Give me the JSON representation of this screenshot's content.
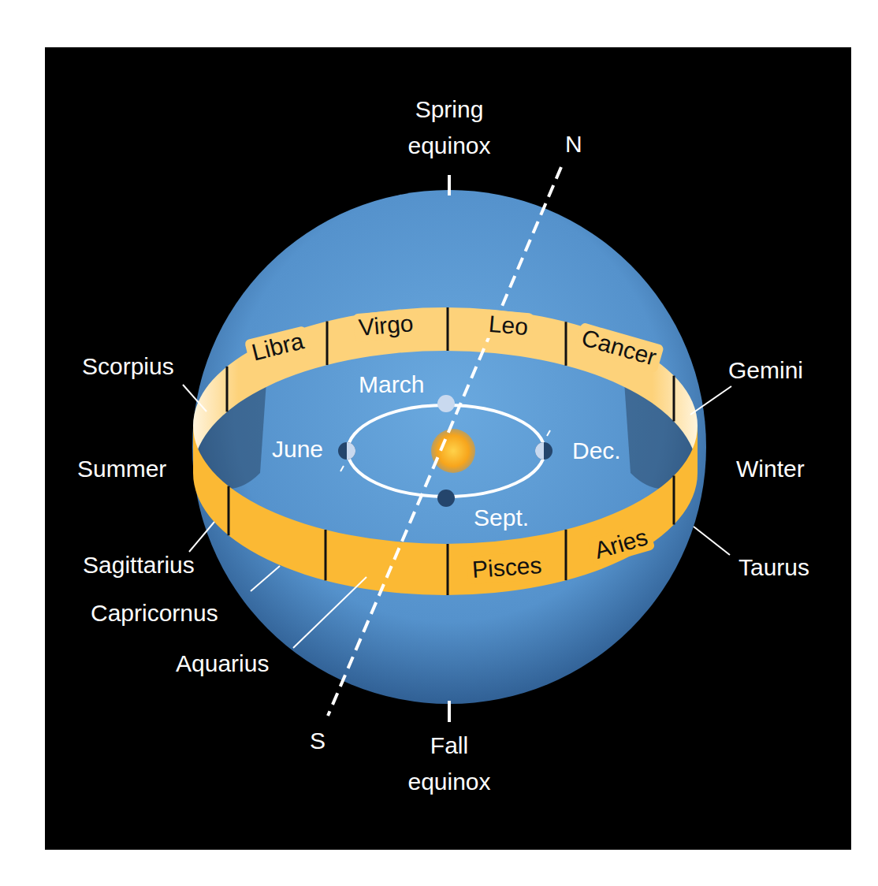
{
  "diagram": {
    "nodes": [
      {
        "text": [
          "Libra"
        ]
      },
      {
        "text": [
          "Virgo"
        ]
      },
      {
        "text": [
          "Leo"
        ]
      },
      {
        "text": [
          "Cancer"
        ]
      },
      {
        "text": [
          "Pisces"
        ]
      },
      {
        "text": [
          "Aries"
        ]
      }
    ],
    "labels": [
      "Spring equinox",
      "N",
      "Scorpius",
      "Gemini",
      "March",
      "June",
      "Dec.",
      "Summer",
      "Winter",
      "Sept.",
      "Sagittarius",
      "Taurus",
      "Capricornus",
      "Aquarius",
      "S",
      "Fall equinox"
    ]
  }
}
